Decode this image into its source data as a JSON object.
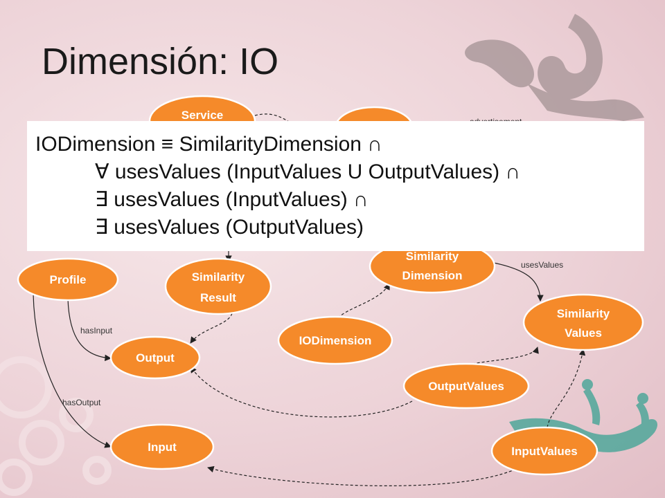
{
  "slide": {
    "title": "Dimensión: IO"
  },
  "formula": {
    "lines": [
      "IODimension ≡ SimilarityDimension ∩",
      "∀ usesValues (InputValues U OutputValues) ∩",
      "∃ usesValues (InputValues) ∩",
      "∃ usesValues (OutputValues)"
    ]
  },
  "diagram": {
    "nodes": {
      "service": "Service",
      "profile": "Profile",
      "similarity_result": [
        "Similarity",
        "Result"
      ],
      "similarity_dimension": [
        "Similarity",
        "Dimension"
      ],
      "similarity_values": [
        "Similarity",
        "Values"
      ],
      "output": "Output",
      "io_dimension": "IODimension",
      "output_values": "OutputValues",
      "input": "Input",
      "input_values": "InputValues"
    },
    "edge_labels": {
      "has_input": "hasInput",
      "has_output": "hasOutput",
      "uses_values": "usesValues",
      "advertisement": "advertisement"
    }
  },
  "colors": {
    "node_fill": "#f58a2a",
    "node_stroke": "#ffffff",
    "background": "#edd3d8"
  }
}
